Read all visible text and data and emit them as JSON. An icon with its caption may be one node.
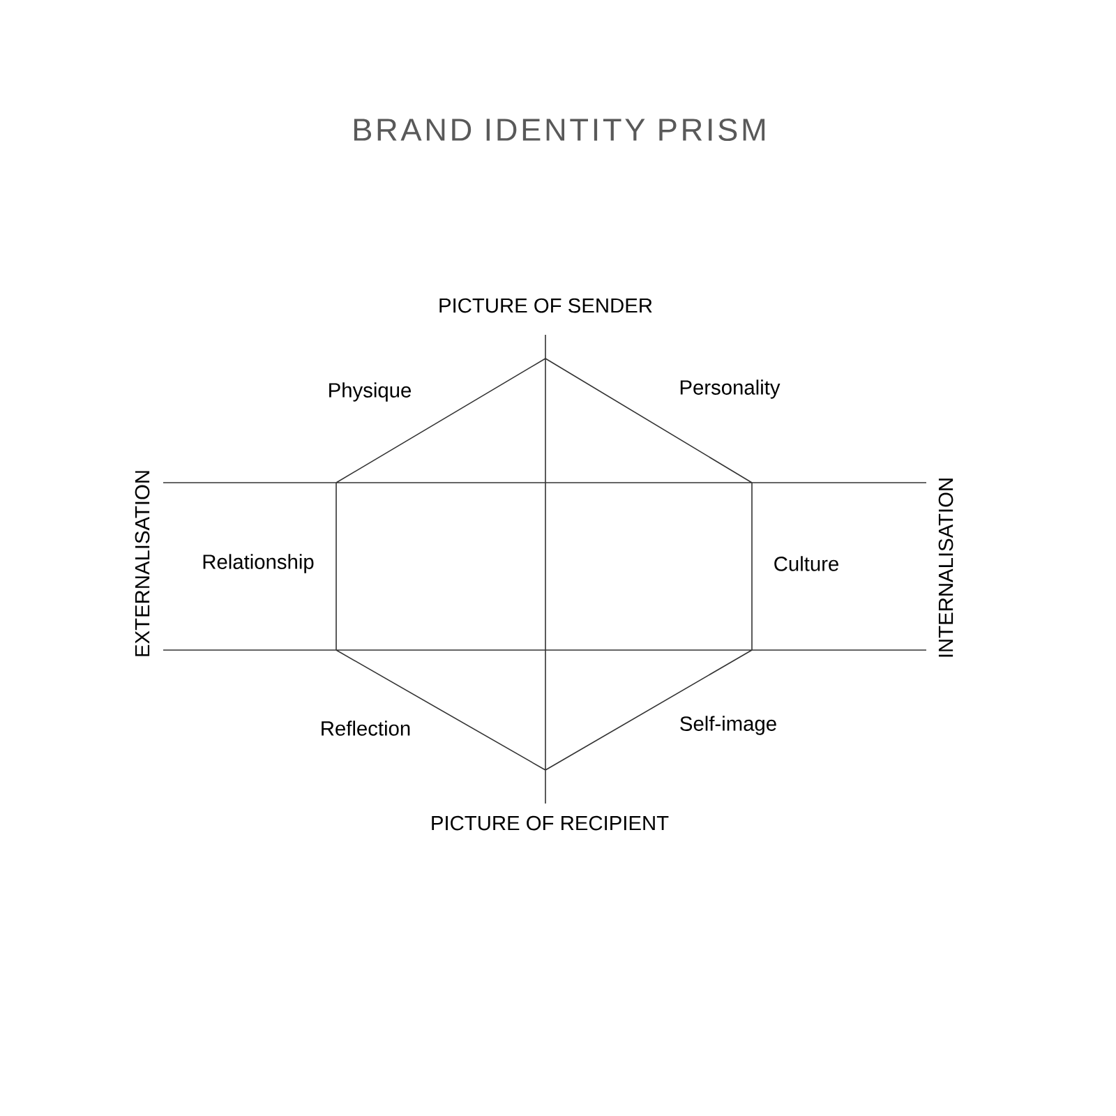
{
  "diagram": {
    "title": "BRAND IDENTITY PRISM",
    "labels": [
      "PICTURE OF SENDER",
      "Physique",
      "Personality",
      "EXTERNALISATION",
      "Relationship",
      "Culture",
      "INTERNALISATION",
      "Reflection",
      "Self-image",
      "PICTURE OF RECIPIENT"
    ]
  }
}
